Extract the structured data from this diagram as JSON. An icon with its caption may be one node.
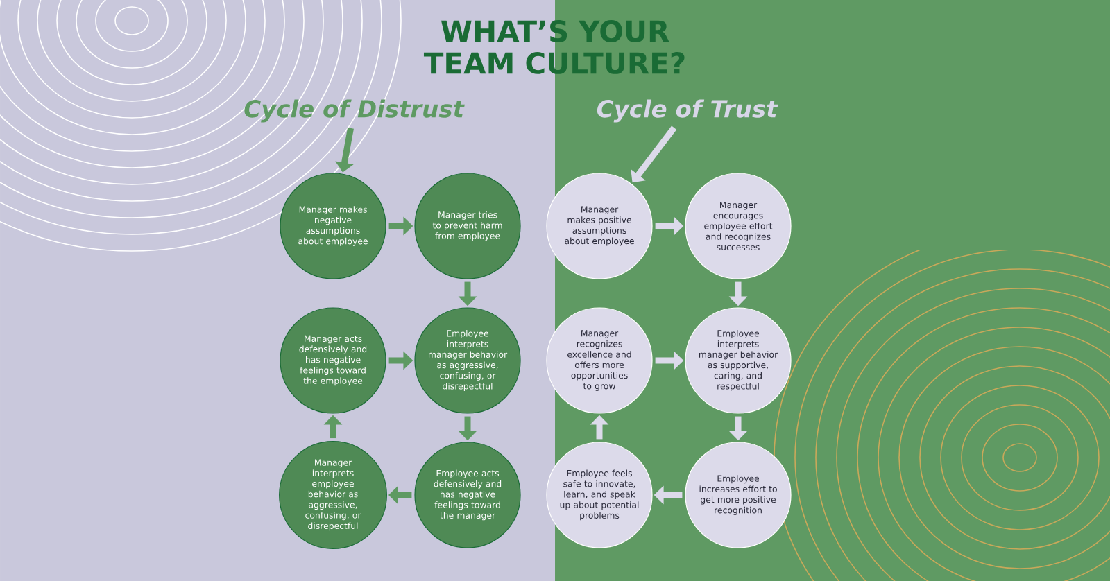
{
  "diagram": {
    "title": "WHAT’S YOUR TEAM CULTURE?",
    "nodes": [
      {
        "text": [
          "Cycle of Distrust"
        ]
      },
      {
        "text": [
          "Manager makes negative assumptions about employee"
        ]
      },
      {
        "text": [
          "Manager tries to prevent harm from employee"
        ]
      },
      {
        "text": [
          "Manager acts defensively and has negative feelings toward the employee"
        ]
      },
      {
        "text": [
          "Employee interprets manager behavior as aggressive, confusing, or disrepectful"
        ]
      },
      {
        "text": [
          "Manager interprets employee behavior as aggressive, confusing, or disrepectful"
        ]
      },
      {
        "text": [
          "Employee acts defensively and has negative feelings toward the manager"
        ]
      },
      {
        "text": [
          "Cycle of Trust"
        ]
      },
      {
        "text": [
          "Manager makes positive assumptions about employee"
        ]
      },
      {
        "text": [
          "Manager encourages employee effort and recognizes successes"
        ]
      },
      {
        "text": [
          "Manager recognizes excellence and offers more opportunities to grow"
        ]
      },
      {
        "text": [
          "Employee interprets manager behavior as supportive, caring, and respectful"
        ]
      },
      {
        "text": [
          "Employee feels safe to innovate, learn, and speak up about potential problems"
        ]
      },
      {
        "text": [
          "Employee increases effort to get more positive recognition"
        ]
      }
    ],
    "edges": [
      {
        "from": 0,
        "to": 1,
        "arrow": "to",
        "color": "#5e9a62"
      },
      {
        "from": 1,
        "to": 2,
        "arrow": "to",
        "color": "#5e9a62"
      },
      {
        "from": 2,
        "to": 4,
        "arrow": "to",
        "color": "#5e9a62"
      },
      {
        "from": 3,
        "to": 4,
        "arrow": "to",
        "color": "#5e9a62"
      },
      {
        "from": 4,
        "to": 6,
        "arrow": "to",
        "color": "#5e9a62"
      },
      {
        "from": 6,
        "to": 5,
        "arrow": "to",
        "color": "#5e9a62"
      },
      {
        "from": 5,
        "to": 3,
        "arrow": "to",
        "color": "#5e9a62"
      },
      {
        "from": 7,
        "to": 8,
        "arrow": "to",
        "color": "#dcdaea"
      },
      {
        "from": 8,
        "to": 9,
        "arrow": "to",
        "color": "#dcdaea"
      },
      {
        "from": 9,
        "to": 11,
        "arrow": "to",
        "color": "#dcdaea"
      },
      {
        "from": 10,
        "to": 11,
        "arrow": "to",
        "color": "#dcdaea"
      },
      {
        "from": 11,
        "to": 13,
        "arrow": "to",
        "color": "#dcdaea"
      },
      {
        "from": 13,
        "to": 12,
        "arrow": "to",
        "color": "#dcdaea"
      },
      {
        "from": 12,
        "to": 10,
        "arrow": "to",
        "color": "#dcdaea"
      }
    ]
  }
}
